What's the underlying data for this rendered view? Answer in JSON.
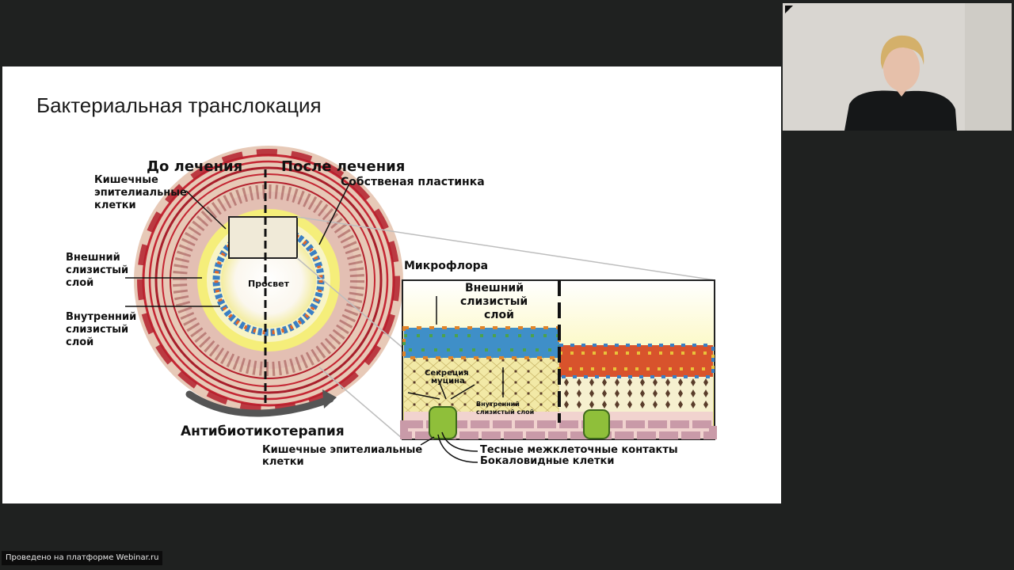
{
  "slide": {
    "title": "Бактериальная транслокация",
    "labels": {
      "before": "До лечения",
      "after": "После лечения",
      "epithelial_cells_line1": "Кишечные",
      "epithelial_cells_line2": "эпителиальные",
      "epithelial_cells_line3": "клетки",
      "lamina_propria": "Собственая пластинка",
      "outer_mucus_line1": "Внешний",
      "outer_mucus_line2": "слизистый",
      "outer_mucus_line3": "слой",
      "inner_mucus_line1": "Внутренний",
      "inner_mucus_line2": "слизистый",
      "inner_mucus_line3": "слой",
      "lumen": "Просвет",
      "microflora": "Микрофлора",
      "detail_outer_line1": "Внешний",
      "detail_outer_line2": "слизистый",
      "detail_outer_line3": "слой",
      "mucin_secretion_line1": "Секреция",
      "mucin_secretion_line2": "муцина",
      "detail_inner_line1": "Внутренний",
      "detail_inner_line2": "слизистый слой",
      "antibiotic_therapy": "Антибиотикотерапия",
      "bottom_epithelial_line1": "Кишечные эпителиальные",
      "bottom_epithelial_line2": "клетки",
      "tight_junctions": "Тесные межклеточные контакты",
      "goblet_cells": "Бокаловидные клетки"
    }
  },
  "footer": {
    "badge": "Проведено на платформе Webinar.ru"
  },
  "colors": {
    "background": "#1f2120",
    "slide": "#ffffff",
    "muscle_red": "#b3202d",
    "mucus_yellow": "#f3ea6a"
  }
}
